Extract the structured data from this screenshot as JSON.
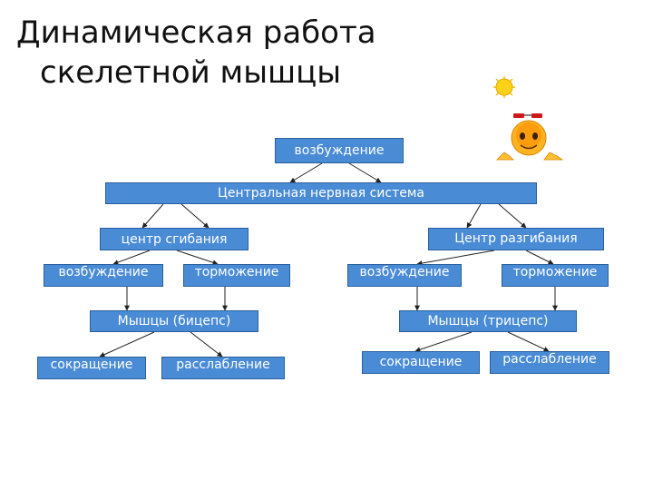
{
  "title": {
    "line1": "Динамическая работа",
    "line2": "скелетной мышцы"
  },
  "nodes": {
    "excitation_top": "возбуждение",
    "cns": "Центральная нервная система",
    "flexion_center": "центр сгибания",
    "extension_center": "Центр разгибания",
    "flex_excitation": "возбуждение",
    "flex_inhibition": "торможение",
    "ext_excitation": "возбуждение",
    "ext_inhibition": "торможение",
    "biceps": "Мышцы (бицепс)",
    "triceps": "Мышцы (трицепс)",
    "biceps_contraction": "сокращение",
    "biceps_relaxation": "расслабление",
    "triceps_contraction": "сокращение",
    "triceps_relaxation": "расслабление"
  },
  "colors": {
    "box_fill": "#4a8bd6",
    "box_text": "#ffffff",
    "line": "#222222"
  }
}
